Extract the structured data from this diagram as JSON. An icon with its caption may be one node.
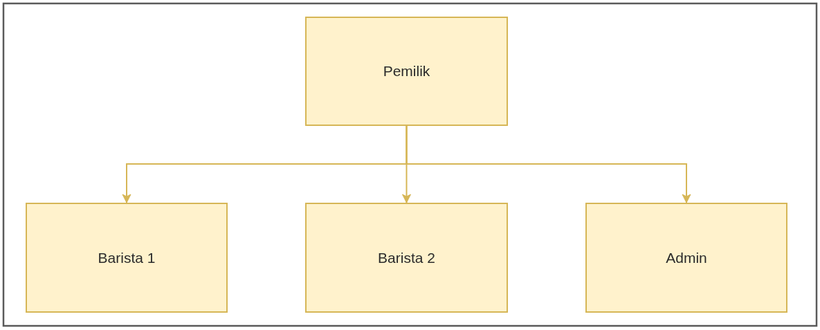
{
  "diagram": {
    "nodes": [
      {
        "text": [
          "Pemilik"
        ]
      },
      {
        "text": [
          "Barista 1"
        ]
      },
      {
        "text": [
          "Barista 2"
        ]
      },
      {
        "text": [
          "Admin"
        ]
      }
    ],
    "edges": [
      {
        "from": 0,
        "to": 1,
        "arrow": "to"
      },
      {
        "from": 0,
        "to": 2,
        "arrow": "to"
      },
      {
        "from": 0,
        "to": 3,
        "arrow": "to"
      }
    ]
  }
}
